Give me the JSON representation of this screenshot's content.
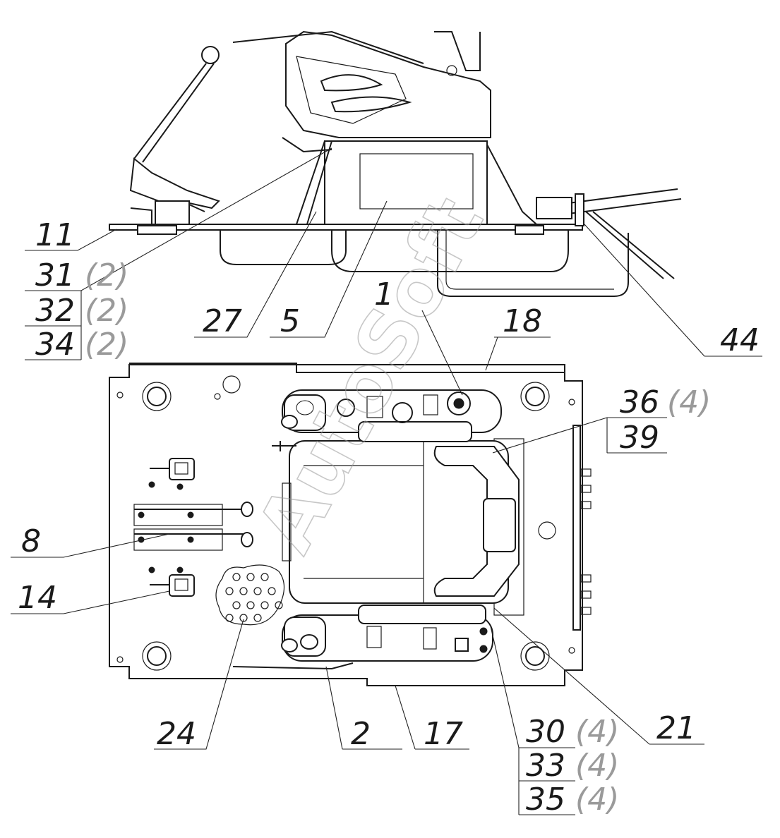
{
  "callouts": {
    "c11": "11",
    "c31": "31",
    "c32": "32",
    "c34": "34",
    "c27": "27",
    "c5": "5",
    "c1": "1",
    "c18": "18",
    "c44": "44",
    "c36": "36",
    "c39": "39",
    "c8": "8",
    "c14": "14",
    "c24": "24",
    "c2": "2",
    "c17": "17",
    "c30": "30",
    "c33": "33",
    "c35": "35",
    "c21": "21"
  },
  "quantities": {
    "q31": "(2)",
    "q32": "(2)",
    "q34": "(2)",
    "q36": "(4)",
    "q30": "(4)",
    "q33": "(4)",
    "q35": "(4)"
  },
  "watermark": "AutoSoft"
}
